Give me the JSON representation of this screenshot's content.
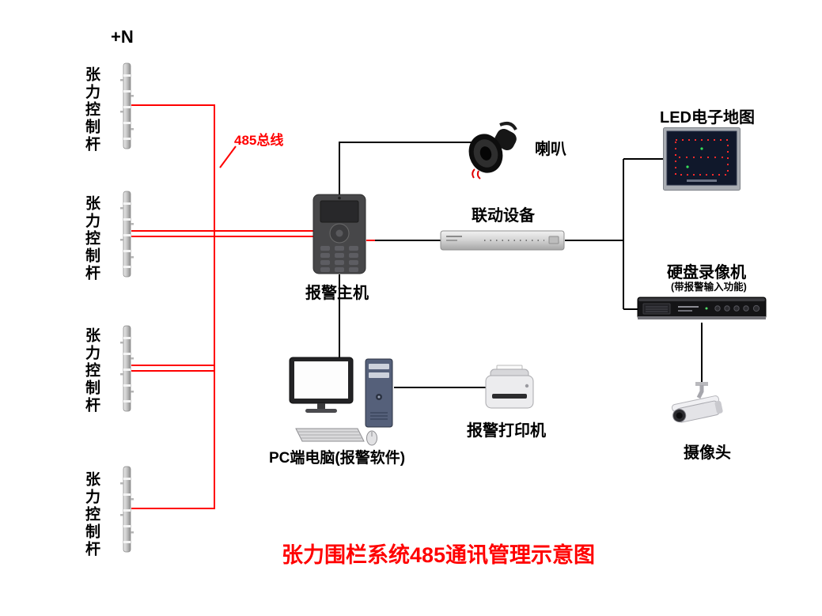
{
  "title": "张力围栏系统485通讯管理示意图",
  "labels": {
    "n_plus": "+N",
    "bus": "485总线"
  },
  "colors": {
    "bus_red": "#ff0000",
    "signal_black": "#000000",
    "title_red": "#ff0000"
  },
  "poles": {
    "label": "张力控制杆",
    "count": 4
  },
  "devices": {
    "alarm_host": {
      "label": "报警主机"
    },
    "speaker": {
      "label": "喇叭"
    },
    "linkage": {
      "label": "联动设备"
    },
    "led_map": {
      "label": "LED电子地图"
    },
    "dvr": {
      "label": "硬盘录像机",
      "sublabel": "(带报警输入功能)"
    },
    "camera": {
      "label": "摄像头"
    },
    "pc": {
      "label": "PC端电脑(报警软件)"
    },
    "printer": {
      "label": "报警打印机"
    }
  }
}
